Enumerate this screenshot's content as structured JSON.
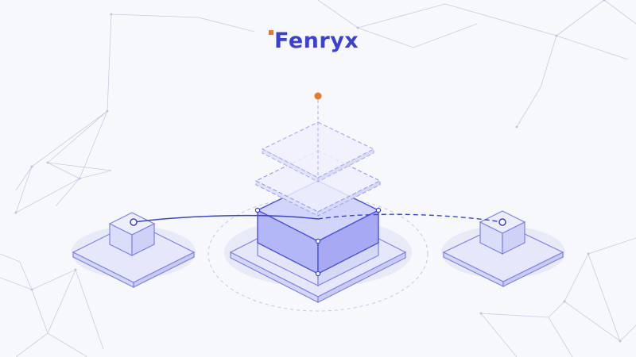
{
  "brand": {
    "name": "Fenryx",
    "color": "#3a41d6",
    "accent": "#e8792b"
  },
  "palette": {
    "background": "#f7f8fc",
    "network_line": "#c9cbe0",
    "platform_fill": "#e6e7fa",
    "platform_stroke": "#7e82e6",
    "active_layer_fill": "#aeb1f4",
    "connector": "#3a41d6"
  },
  "illustration": {
    "icons": [
      "network-mesh",
      "central-stack-server",
      "left-node-cube",
      "right-node-cube",
      "orange-beacon-dot"
    ]
  }
}
